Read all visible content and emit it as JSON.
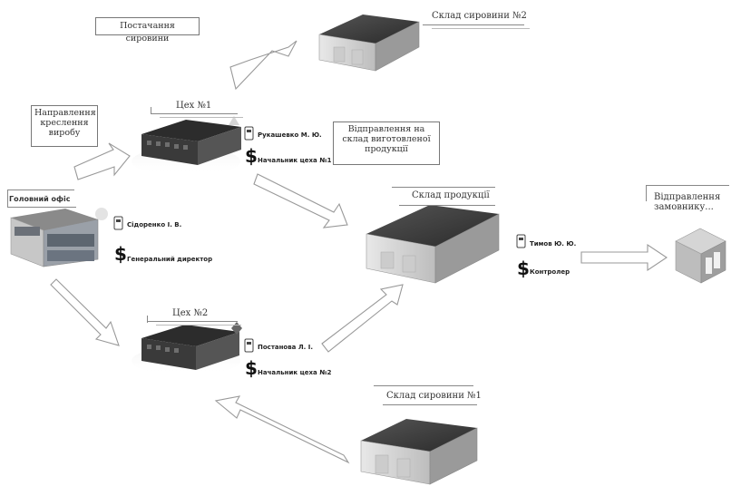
{
  "labels": {
    "supply_raw": "Постачання сировини",
    "warehouse_raw2": "Склад сировини №2",
    "directing_drawings": "Направлення креслення виробу",
    "shop1": "Цех №1",
    "shipping_products": "Відправлення на склад виготовленої продукції",
    "head_office": "Головний офіс",
    "warehouse_products": "Склад продукції",
    "shipping_customer": "Відправлення замовнику...",
    "shop2": "Цех №2",
    "warehouse_raw1": "Склад сировини №1"
  },
  "people": {
    "shop1_person": {
      "name": "Рукашевко М. Ю.",
      "role": "Начальник цеха №1"
    },
    "office_person": {
      "name": "Сідоренко І. В.",
      "role": "Генеральний директор"
    },
    "warehouse_person": {
      "name": "Тимов Ю. Ю.",
      "role": "Контролер"
    },
    "shop2_person": {
      "name": "Постанова Л. І.",
      "role": "Начальник цеха №2"
    }
  },
  "icons": {
    "phone": "phone-icon",
    "dollar": "$",
    "building": "building-icon",
    "box": "box-icon"
  }
}
